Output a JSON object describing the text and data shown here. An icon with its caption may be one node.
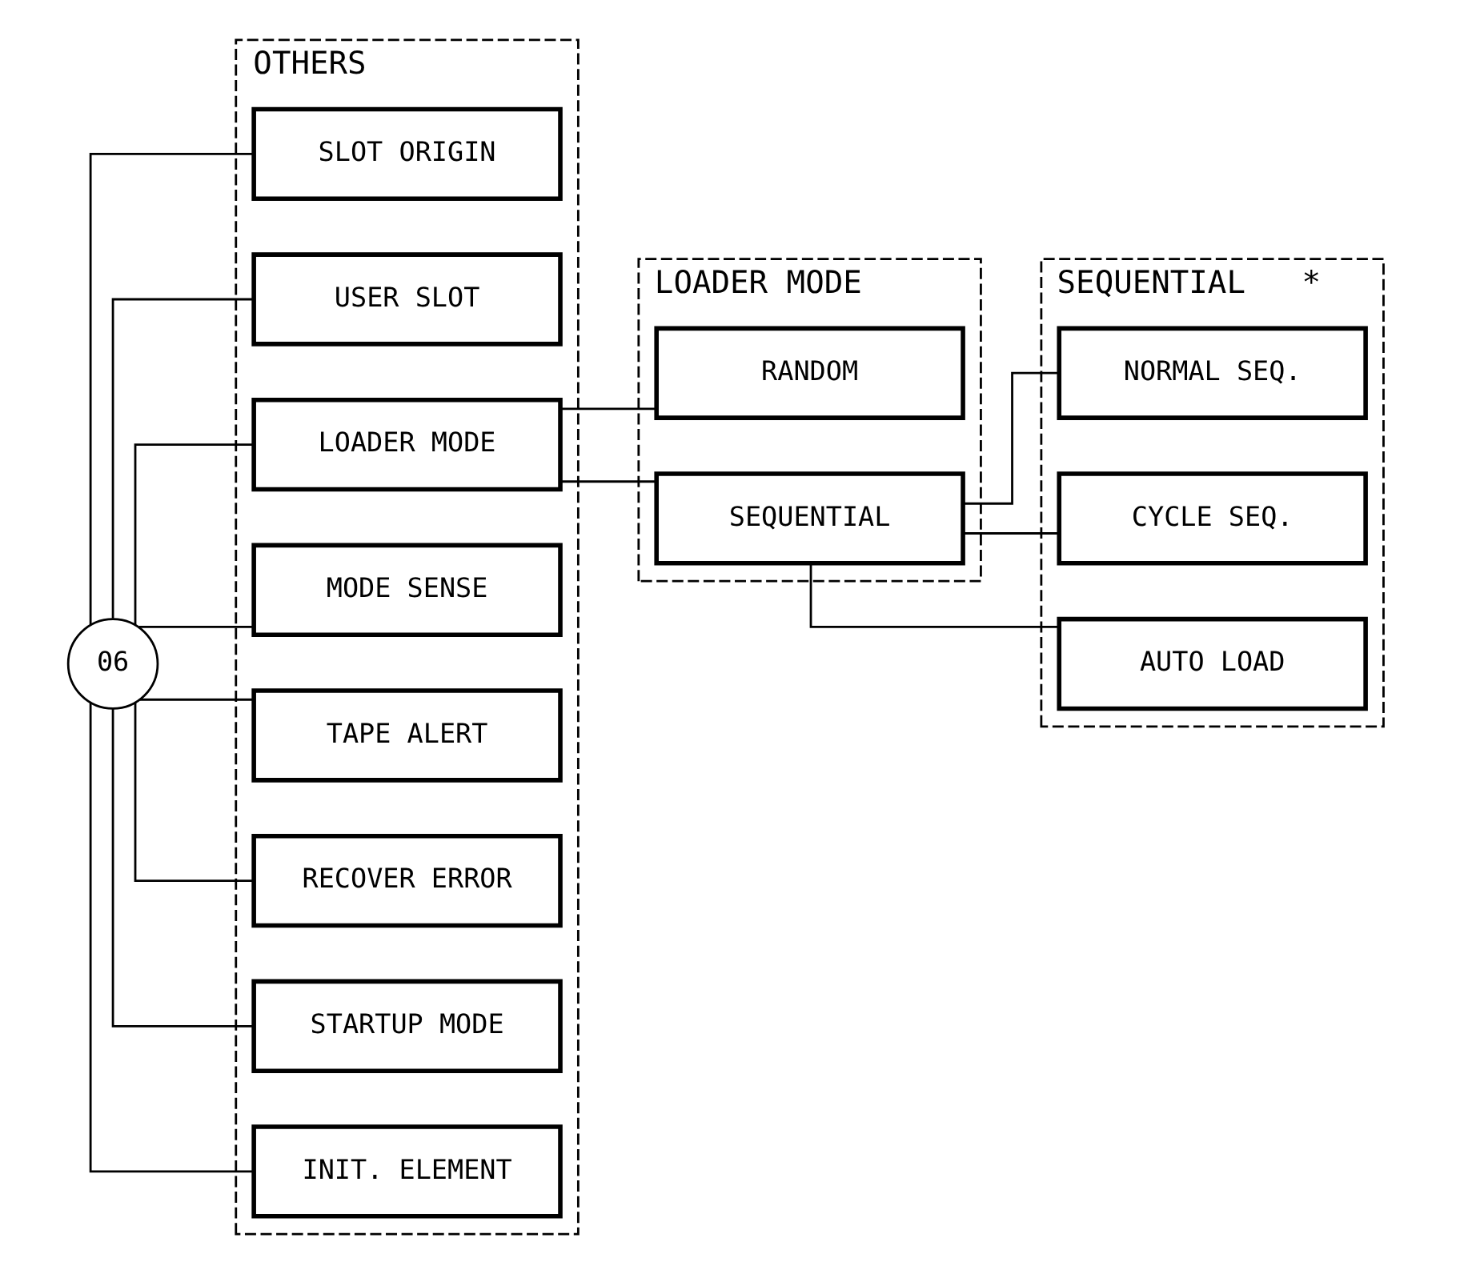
{
  "diagram": {
    "nodes": [
      {
        "text": [
          "06"
        ]
      },
      {
        "text": [
          "OTHERS"
        ]
      },
      {
        "text": [
          "SLOT ORIGIN"
        ],
        "in": 1
      },
      {
        "text": [
          "USER SLOT"
        ],
        "in": 1
      },
      {
        "text": [
          "LOADER MODE"
        ],
        "in": 1
      },
      {
        "text": [
          "MODE SENSE"
        ],
        "in": 1
      },
      {
        "text": [
          "TAPE ALERT"
        ],
        "in": 1
      },
      {
        "text": [
          "RECOVER ERROR"
        ],
        "in": 1
      },
      {
        "text": [
          "STARTUP MODE"
        ],
        "in": 1
      },
      {
        "text": [
          "INIT. ELEMENT"
        ],
        "in": 1
      },
      {
        "text": [
          "LOADER MODE"
        ]
      },
      {
        "text": [
          "RANDOM"
        ],
        "in": 10
      },
      {
        "text": [
          "SEQUENTIAL"
        ],
        "in": 10
      },
      {
        "text": [
          "SEQUENTIAL"
        ],
        "beside": [
          "*"
        ]
      },
      {
        "text": [
          "NORMAL SEQ."
        ],
        "in": 13
      },
      {
        "text": [
          "CYCLE SEQ."
        ],
        "in": 13
      },
      {
        "text": [
          "AUTO LOAD"
        ],
        "in": 13
      }
    ],
    "edges": [
      {
        "from": 0,
        "to": 2,
        "arrow": "none"
      },
      {
        "from": 0,
        "to": 3,
        "arrow": "none"
      },
      {
        "from": 0,
        "to": 4,
        "arrow": "none"
      },
      {
        "from": 0,
        "to": 5,
        "arrow": "none"
      },
      {
        "from": 0,
        "to": 6,
        "arrow": "none"
      },
      {
        "from": 0,
        "to": 7,
        "arrow": "none"
      },
      {
        "from": 0,
        "to": 8,
        "arrow": "none"
      },
      {
        "from": 0,
        "to": 9,
        "arrow": "none"
      },
      {
        "from": 4,
        "to": 11,
        "arrow": "none"
      },
      {
        "from": 4,
        "to": 12,
        "arrow": "none"
      },
      {
        "from": 12,
        "to": 14,
        "arrow": "none"
      },
      {
        "from": 12,
        "to": 15,
        "arrow": "none"
      },
      {
        "from": 12,
        "to": 16,
        "arrow": "none"
      }
    ]
  }
}
